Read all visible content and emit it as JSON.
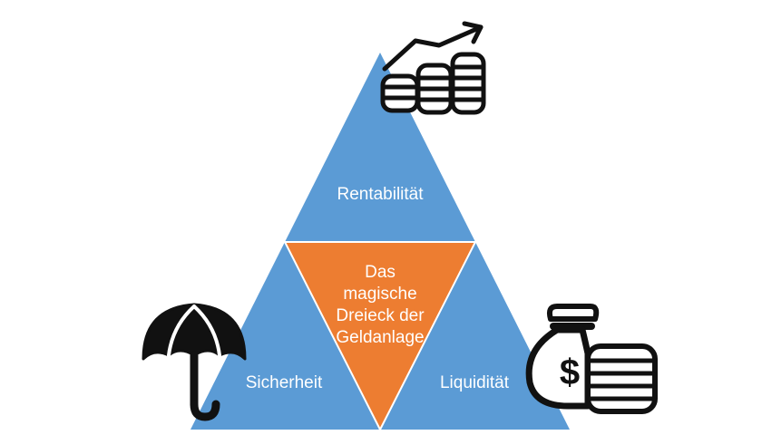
{
  "diagram": {
    "top_label": "Rentabilität",
    "left_label": "Sicherheit",
    "right_label": "Liquidität",
    "center_label": {
      "line1": "Das",
      "line2": "magische",
      "line3": "Dreieck der",
      "line4": "Geldanlage"
    },
    "money_symbol": "$"
  },
  "colors": {
    "blue": "#5b9bd5",
    "orange": "#ed7d31",
    "icon": "#111111",
    "label": "#ffffff"
  },
  "icons": {
    "top": "coins-growth-icon",
    "left": "umbrella-icon",
    "right": "money-bag-icon"
  }
}
